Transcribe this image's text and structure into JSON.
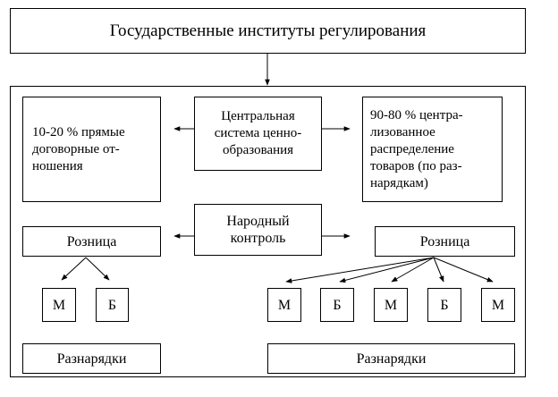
{
  "top_box": "Государственные институты регулирования",
  "center_top": "Центральная\nсистема ценно-\nобразования",
  "left_top": "10-20 % прямые\nдоговорные от-\nношения",
  "right_top": "90-80 % центра-\nлизованное\nраспределение\nтоваров (по раз-\nнарядкам)",
  "center_mid": "Народный\nконтроль",
  "left_retail": "Розница",
  "right_retail": "Розница",
  "left_shops": [
    "М",
    "Б"
  ],
  "right_shops": [
    "М",
    "Б",
    "М",
    "Б",
    "М"
  ],
  "left_bottom": "Разнарядки",
  "right_bottom": "Разнарядки"
}
